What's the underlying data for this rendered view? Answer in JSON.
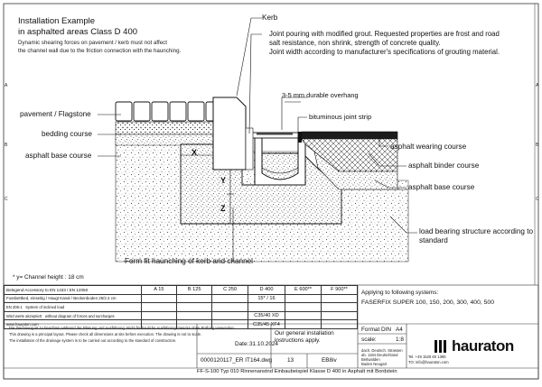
{
  "title": {
    "line1": "Installation Example",
    "line2": "in asphalted areas Class D 400",
    "note1": "Dynamic shearing forces on pavement / kerb must not affect",
    "note2": "the channel wall due to the friction connection with the haunching."
  },
  "labels": {
    "kerb": "Kerb",
    "joint1": "Joint pouring with modified grout. Requested properties are frost and road",
    "joint2": "salt resistance, non shrink, strength of concrete quality.",
    "joint3": "Joint width according to manufacturer's specifications of grouting material.",
    "overhang": "3-5 mm durable overhang",
    "bituminous": "bituminous joint strip",
    "pavement": "pavement / Flagstone",
    "bedding": "bedding course",
    "asphalt_base_left": "asphalt base course",
    "wearing": "asphalt wearing course",
    "binder": "asphalt binder course",
    "asphalt_base_right": "asphalt base course",
    "load1": "load bearing structure according to",
    "load2": "standard",
    "haunching": "Form fit haunching of kerb and channel",
    "dim_x": "X",
    "dim_y": "Y",
    "dim_z": "Z",
    "channel_height": "* y= Channel height : 18 cm"
  },
  "side_markers": {
    "left": [
      "A",
      "B",
      "C"
    ],
    "right": [
      "A",
      "B",
      "C"
    ]
  },
  "title_block": {
    "row1_label": "Belegend Accessory to EN 1433 / EN 12050",
    "classes": [
      "A 15",
      "B 125",
      "C 250",
      "D 400",
      "E 600**",
      "F 900**"
    ],
    "row2_label": "Fussbettbed, einseitig / Haugt Kanal / Beckenboden 25/2.4 cm",
    "row2_d": "15* / 16",
    "applying": "Applying to following systems:",
    "systems": "FASERFIX SUPER 100, 150, 200, 300, 400, 500",
    "row3_a": "EN 206-1",
    "row3_b": "System of inclined load",
    "row4_a": "Wird werte akzeptiert",
    "row4_b": "without diagram of forces and surcharges",
    "row4_d": "C35/40 XD",
    "row5_a": "www.hauraton.com",
    "row5_d": "C35/45 XF4",
    "disclaimer1": "Die Zeichnung ist zu beachten während der Planung und Ausführung. Nicht für bauliche Ausführungszwecke ohne Prüfung verwenden.",
    "disclaimer2": "This drawing is a principal layout. Please check all dimensions at site before execution. The drawing is not to scale.",
    "disclaimer3": "The installation of the drainage system is to be carried out according to the standard of construction.",
    "date_label": "Date:",
    "date": "31.10.2024",
    "drawing_no": "0000120117_ER IT164.dwg",
    "sheet": "13",
    "sheet_code": "EB8iv",
    "general_note1": "Our general installation",
    "general_note2": "instructions apply.",
    "format_label": "Format DIN",
    "format": "A4",
    "scale_label": "scale:",
    "scale": "1:8",
    "company": "hauraton",
    "address1": "dach. Deutsch. Strassen",
    "address2": "ab. 1184 Deutschland",
    "address3": "Bettwalden",
    "address4": "Baden Neugart",
    "phone": "Tel. +49 1520 60 1395",
    "email": "TO: info@hauraton.com",
    "footer": "FF-S-100 Typ 010 Rinnenanstnd Einbaubeispiel Klasse D 400 in Asphalt mit Bordstein"
  },
  "colors": {
    "ink": "#111111",
    "hatch": "#333333",
    "gravel": "#8a8a8a",
    "asphalt": "#1c1c1c",
    "concrete": "#6d6d6d"
  }
}
